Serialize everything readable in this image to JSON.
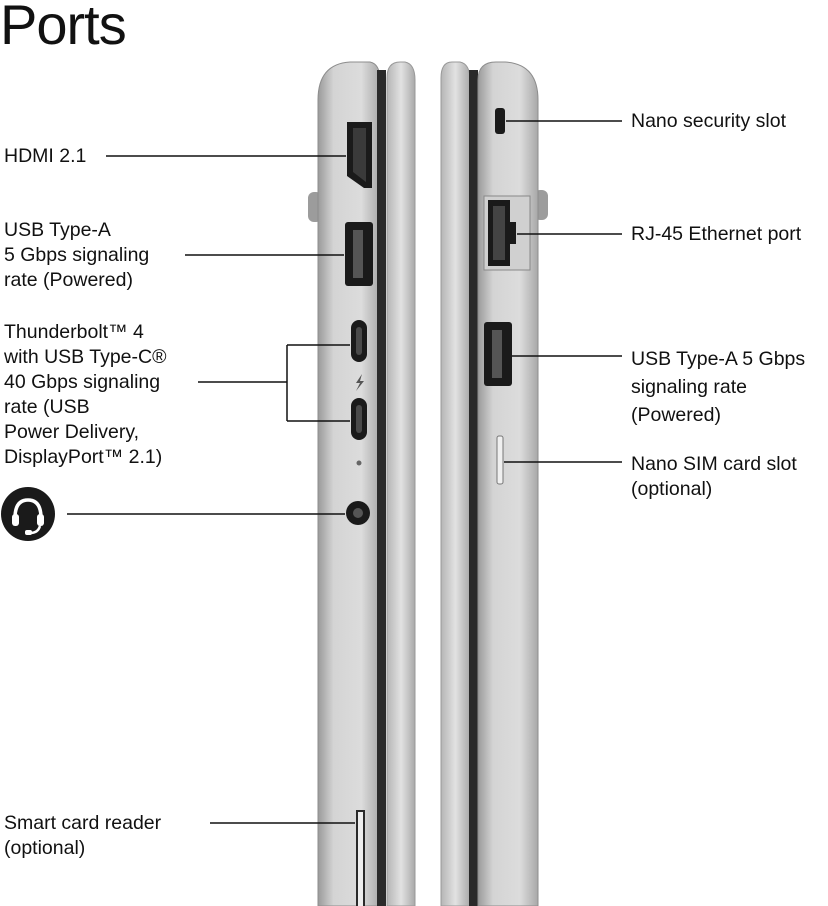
{
  "title": "Ports",
  "left_labels": {
    "hdmi": [
      "HDMI 2.1"
    ],
    "usb_a": [
      "USB Type-A",
      "5 Gbps signaling",
      "rate (Powered)"
    ],
    "thunderbolt": [
      "Thunderbolt™ 4",
      "with USB Type-C®",
      "40 Gbps signaling",
      "rate (USB",
      "Power Delivery,",
      "DisplayPort™ 2.1)"
    ],
    "smart_card": [
      "Smart card reader",
      "(optional)"
    ]
  },
  "right_labels": {
    "security": [
      "Nano security slot"
    ],
    "rj45": [
      "RJ-45 Ethernet port"
    ],
    "usb_a": [
      "USB Type-A 5 Gbps",
      "signaling rate",
      "(Powered)"
    ],
    "sim": [
      "Nano SIM card slot",
      "(optional)"
    ]
  },
  "icons": {
    "headset": "headset-icon",
    "thunderbolt": "thunderbolt-bolt-icon"
  },
  "colors": {
    "chassis": "#c9c9c9",
    "port": "#1a1a1a",
    "line": "#111111"
  }
}
